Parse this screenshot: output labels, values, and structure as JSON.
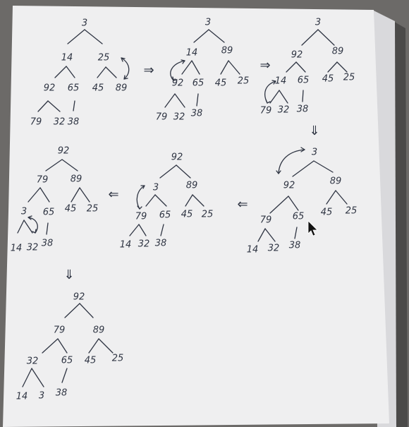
{
  "flow_arrows": {
    "right": "⇒",
    "down": "⇓",
    "left": "⇐"
  },
  "heaps": [
    {
      "id": "step-1",
      "nodes": {
        "n0": "3",
        "n1": "14",
        "n2": "25",
        "n3": "92",
        "n4": "65",
        "n5": "45",
        "n6": "89",
        "n7": "79",
        "n8": "32",
        "n9": "38"
      }
    },
    {
      "id": "step-2",
      "nodes": {
        "n0": "3",
        "n1": "14",
        "n2": "89",
        "n3": "92",
        "n4": "65",
        "n5": "45",
        "n6": "25",
        "n7": "79",
        "n8": "32",
        "n9": "38"
      }
    },
    {
      "id": "step-3",
      "nodes": {
        "n0": "3",
        "n1": "92",
        "n2": "89",
        "n3": "14",
        "n4": "65",
        "n5": "45",
        "n6": "25",
        "n7": "79",
        "n8": "32",
        "n9": "38"
      }
    },
    {
      "id": "step-4",
      "nodes": {
        "n0": "3",
        "n1": "92",
        "n2": "89",
        "n3": "79",
        "n4": "65",
        "n5": "45",
        "n6": "25",
        "n7": "14",
        "n8": "32",
        "n9": "38"
      }
    },
    {
      "id": "step-5",
      "nodes": {
        "n0": "92",
        "n1": "3",
        "n2": "89",
        "n3": "79",
        "n4": "65",
        "n5": "45",
        "n6": "25",
        "n7": "14",
        "n8": "32",
        "n9": "38"
      }
    },
    {
      "id": "step-6",
      "nodes": {
        "n0": "92",
        "n1": "79",
        "n2": "89",
        "n3": "3",
        "n4": "65",
        "n5": "45",
        "n6": "25",
        "n7": "14",
        "n8": "32",
        "n9": "38"
      }
    },
    {
      "id": "step-7",
      "nodes": {
        "n0": "92",
        "n1": "79",
        "n2": "89",
        "n3": "32",
        "n4": "65",
        "n5": "45",
        "n6": "25",
        "n7": "14",
        "n8": "3",
        "n9": "38"
      }
    }
  ]
}
